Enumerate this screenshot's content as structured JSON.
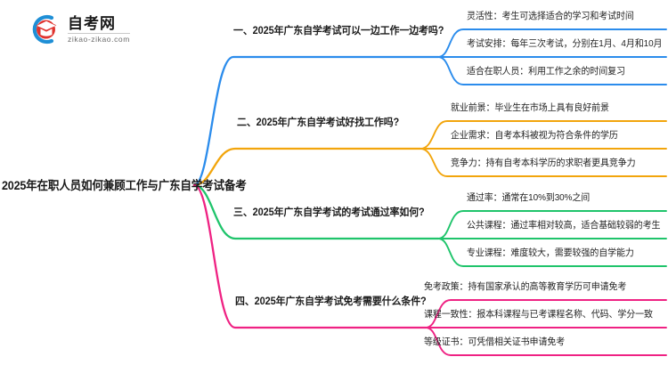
{
  "logo": {
    "name_cn": "自考网",
    "name_en": "zikao-zikao.com",
    "mark_icon": "graduation-cap-icon",
    "ring_color": "#1f8fd6",
    "cap_color": "#e0332e"
  },
  "mindmap": {
    "root": {
      "label": "2025年在职人员如何兼顾工作与广东自学考试备考"
    },
    "branches": [
      {
        "id": "branch-1",
        "color": "#2b8cec",
        "label": "一、2025年广东自学考试可以一边工作一边考吗?",
        "children": [
          {
            "label": "灵活性：考生可选择适合的学习和考试时间"
          },
          {
            "label": "考试安排：每年三次考试，分别在1月、4月和10月"
          },
          {
            "label": "适合在职人员：利用工作之余的时间复习"
          }
        ]
      },
      {
        "id": "branch-2",
        "color": "#f2a50c",
        "label": "二、2025年广东自学考试好找工作吗?",
        "children": [
          {
            "label": "就业前景：毕业生在市场上具有良好前景"
          },
          {
            "label": "企业需求：自考本科被视为符合条件的学历"
          },
          {
            "label": "竞争力：持有自考本科学历的求职者更具竞争力"
          }
        ]
      },
      {
        "id": "branch-3",
        "color": "#1fc46b",
        "label": "三、2025年广东自学考试的考试通过率如何?",
        "children": [
          {
            "label": "通过率：通常在10%到30%之间"
          },
          {
            "label": "公共课程：通过率相对较高，适合基础较弱的考生"
          },
          {
            "label": "专业课程：难度较大，需要较强的自学能力"
          }
        ]
      },
      {
        "id": "branch-4",
        "color": "#ef2283",
        "label": "四、2025年广东自学考试免考需要什么条件?",
        "children": [
          {
            "label": "免考政策：持有国家承认的高等教育学历可申请免考"
          },
          {
            "label": "课程一致性：报本科课程与已考课程名称、代码、学分一致"
          },
          {
            "label": "等级证书：可凭借相关证书申请免考"
          }
        ]
      }
    ]
  }
}
